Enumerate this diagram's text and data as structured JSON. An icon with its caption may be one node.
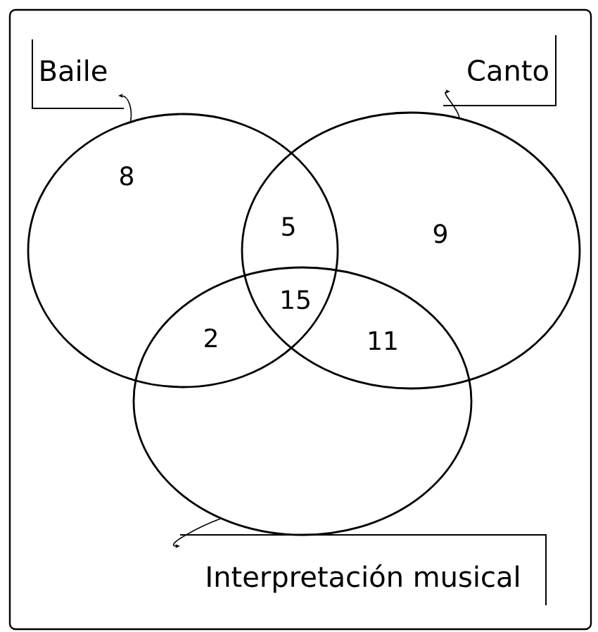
{
  "diagram": {
    "nodes": [
      {
        "text": [
          "Baile"
        ]
      },
      {
        "text": [
          "Canto"
        ]
      },
      {
        "text": [
          "Interpretación musical"
        ]
      },
      {
        "text": [],
        "shape": "circle"
      },
      {
        "text": [],
        "shape": "circle"
      },
      {
        "text": [],
        "shape": "circle"
      }
    ],
    "edges": [
      {
        "from": 3,
        "to": 0,
        "arrow": "to"
      },
      {
        "from": 4,
        "to": 1,
        "arrow": "to"
      },
      {
        "from": 5,
        "to": 2,
        "arrow": "to"
      }
    ],
    "labels": [
      "8",
      "5",
      "9",
      "15",
      "2",
      "11"
    ]
  }
}
